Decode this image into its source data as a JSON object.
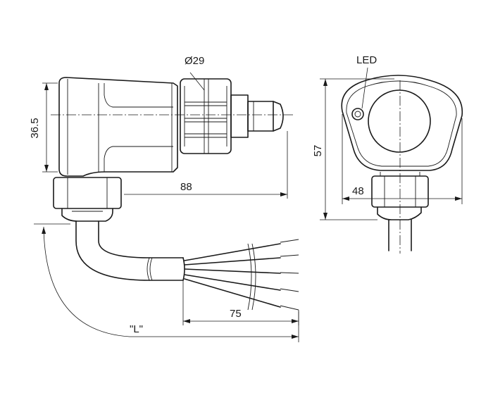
{
  "labels": {
    "diameter": "Ø29",
    "led": "LED",
    "height_side": "36.5",
    "length_total": "88",
    "height_front": "57",
    "width_front": "48",
    "wire_length": "75",
    "cable_length": "\"L\""
  }
}
